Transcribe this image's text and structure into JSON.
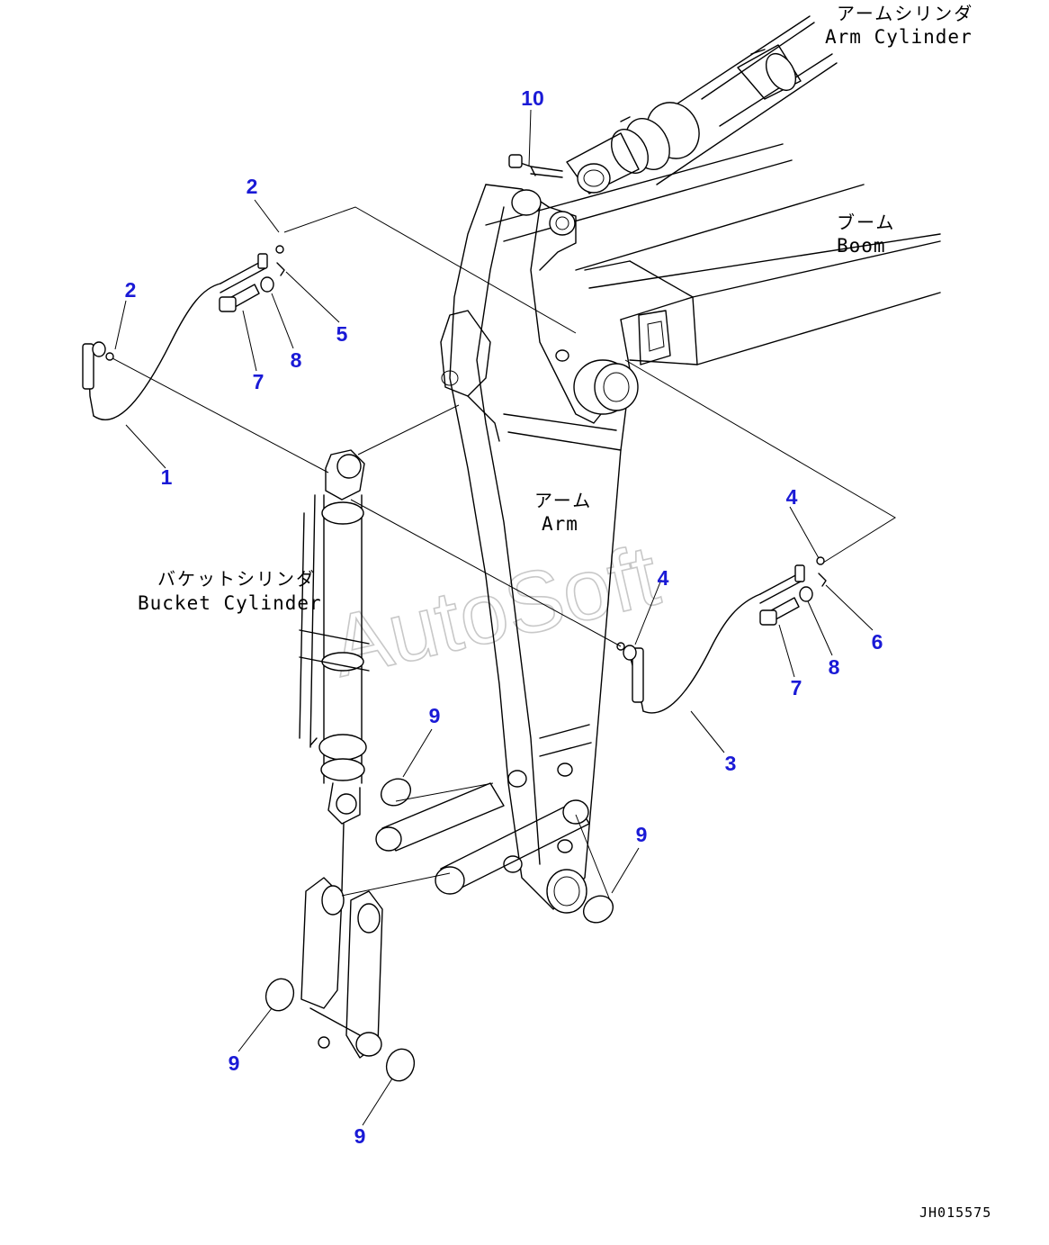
{
  "labels": {
    "arm_cylinder_jp": "アームシリンダ",
    "arm_cylinder_en": "Arm Cylinder",
    "boom_jp": "ブーム",
    "boom_en": "Boom",
    "arm_jp": "アーム",
    "arm_en": "Arm",
    "bucket_cylinder_jp": "バケットシリンダ",
    "bucket_cylinder_en": "Bucket Cylinder"
  },
  "callouts": {
    "c1": "1",
    "c2a": "2",
    "c2b": "2",
    "c3": "3",
    "c4a": "4",
    "c4b": "4",
    "c5": "5",
    "c6": "6",
    "c7a": "7",
    "c7b": "7",
    "c8a": "8",
    "c8b": "8",
    "c9a": "9",
    "c9b": "9",
    "c9c": "9",
    "c9d": "9",
    "c10": "10"
  },
  "drawing_code": "JH015575",
  "watermark": "AutoSoft",
  "colors": {
    "callout": "#1a1ad6",
    "line": "#000000",
    "watermark": "#c8c8c8"
  }
}
